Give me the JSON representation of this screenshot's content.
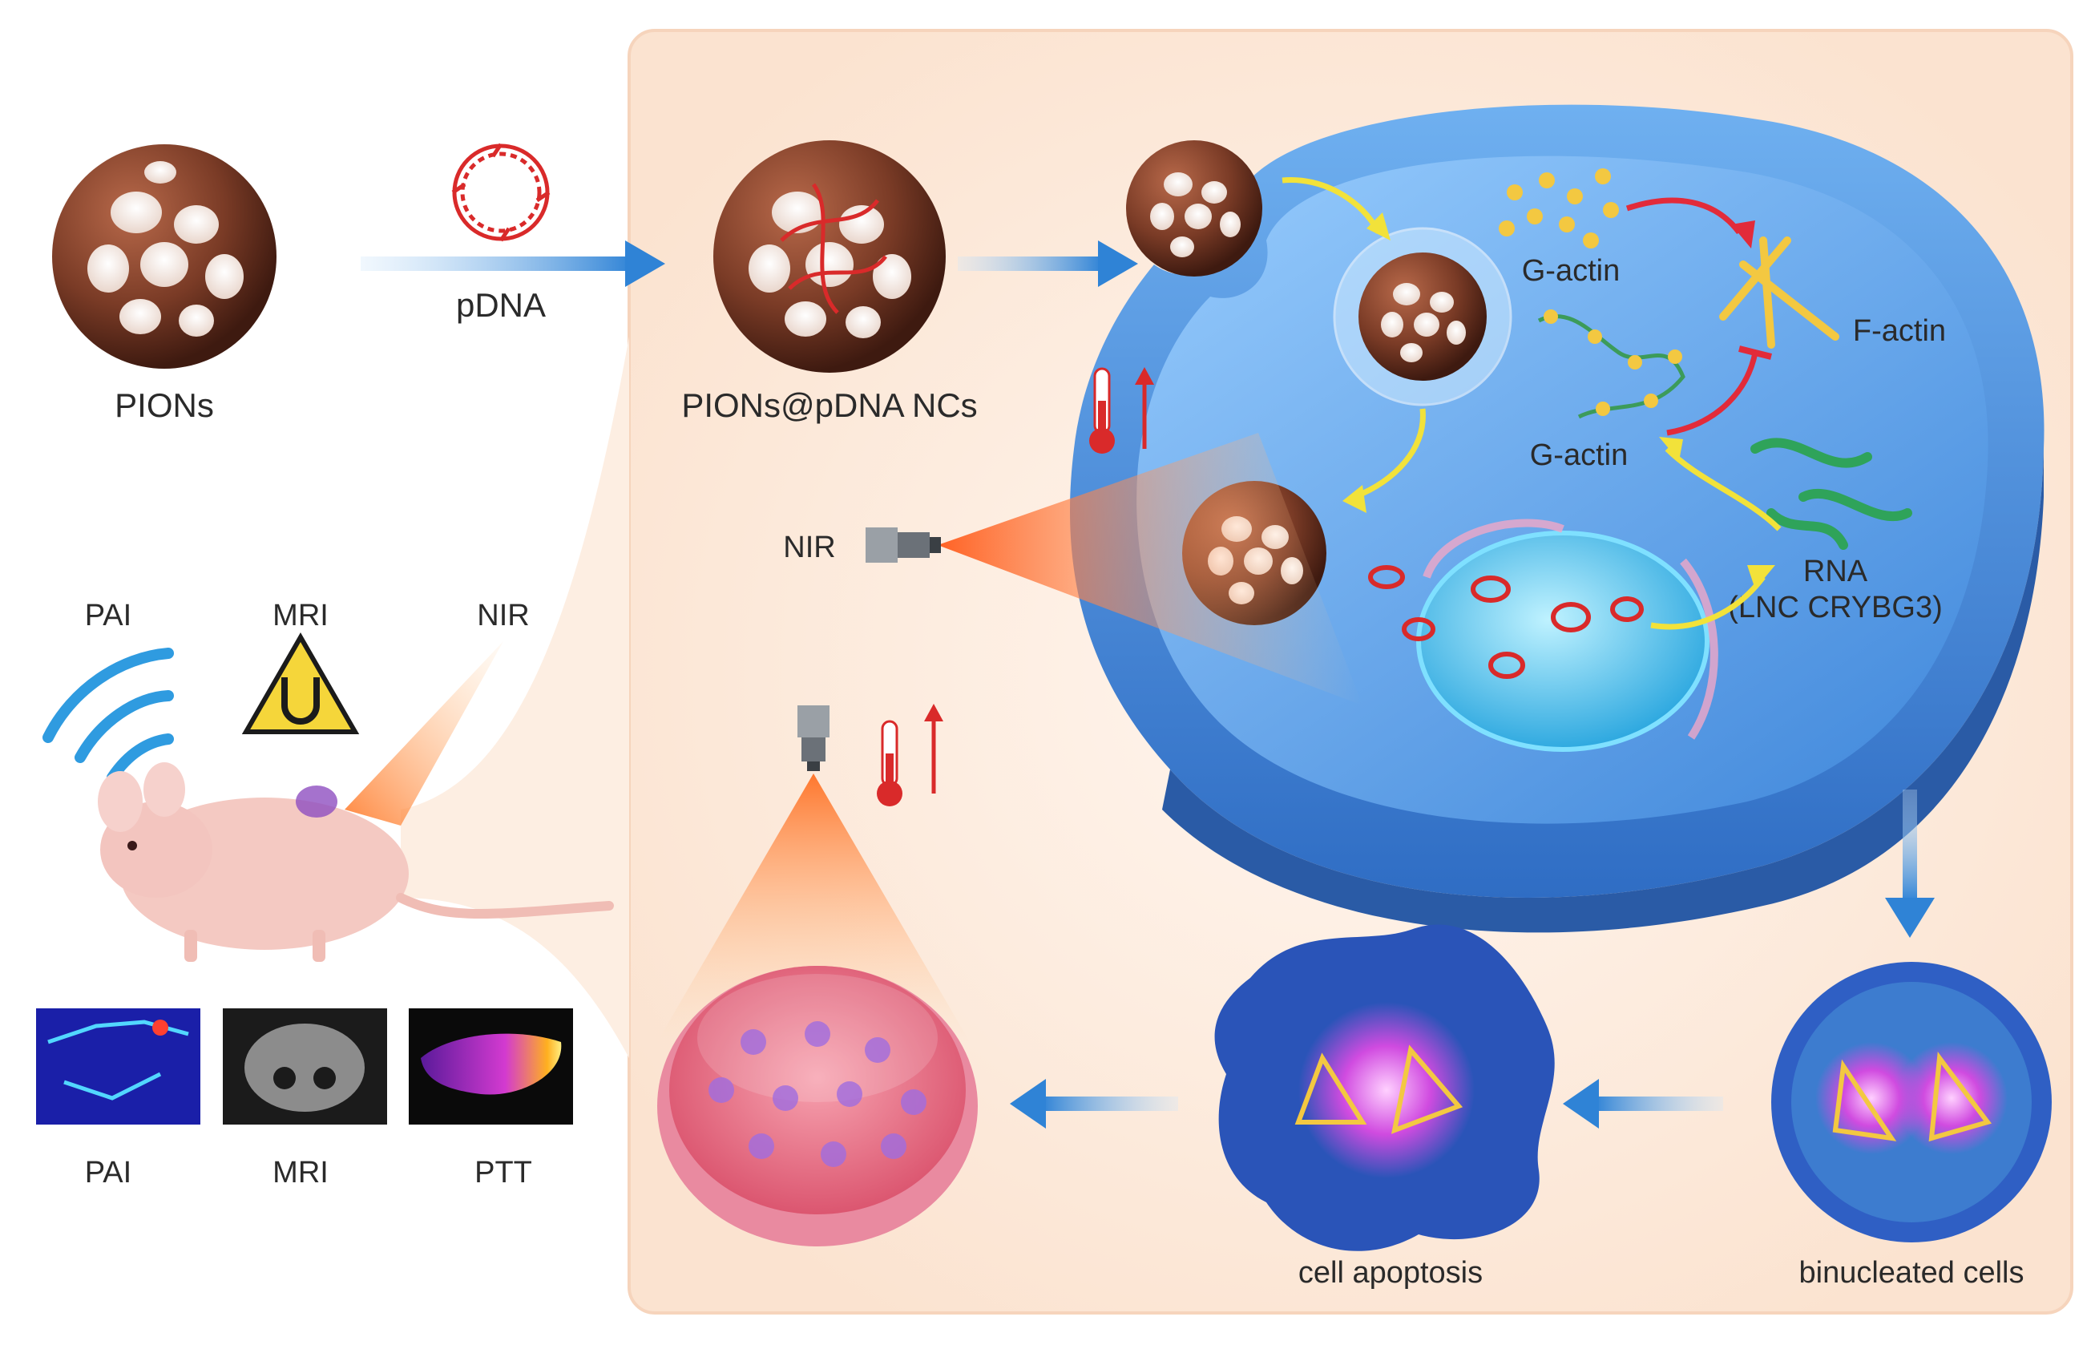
{
  "labels": {
    "pions": "PIONs",
    "pdna": "pDNA",
    "pions_pdna": "PIONs@pDNA NCs",
    "g_actin_top": "G-actin",
    "f_actin": "F-actin",
    "g_actin_mid": "G-actin",
    "rna": "RNA",
    "lnc": "(LNC CRYBG3)",
    "nir_cell": "NIR",
    "pai_top": "PAI",
    "mri_top": "MRI",
    "nir_top": "NIR",
    "pai_bottom": "PAI",
    "mri_bottom": "MRI",
    "ptt_bottom": "PTT",
    "cell_apoptosis": "cell apoptosis",
    "binucleated": "binucleated cells"
  },
  "colors": {
    "panel_bg": "#fdeee2",
    "cell_blue": "#3f7fd0",
    "cell_rim": "#2f62ad",
    "nanoparticle": "#7a3b26",
    "pdna_red": "#d92a2a",
    "flow_arrow": "#3a8fd8",
    "yellow_arrow": "#f2e23a",
    "red_arrow": "#e22b3a",
    "beam": "#ff7a2a"
  },
  "icons": [
    "nanocage-icon",
    "plasmid-dna-icon",
    "laser-icon",
    "thermometer-icon",
    "magnet-warning-icon",
    "wave-signal-icon",
    "mouse-icon",
    "petri-dish-icon",
    "cell-icon"
  ]
}
